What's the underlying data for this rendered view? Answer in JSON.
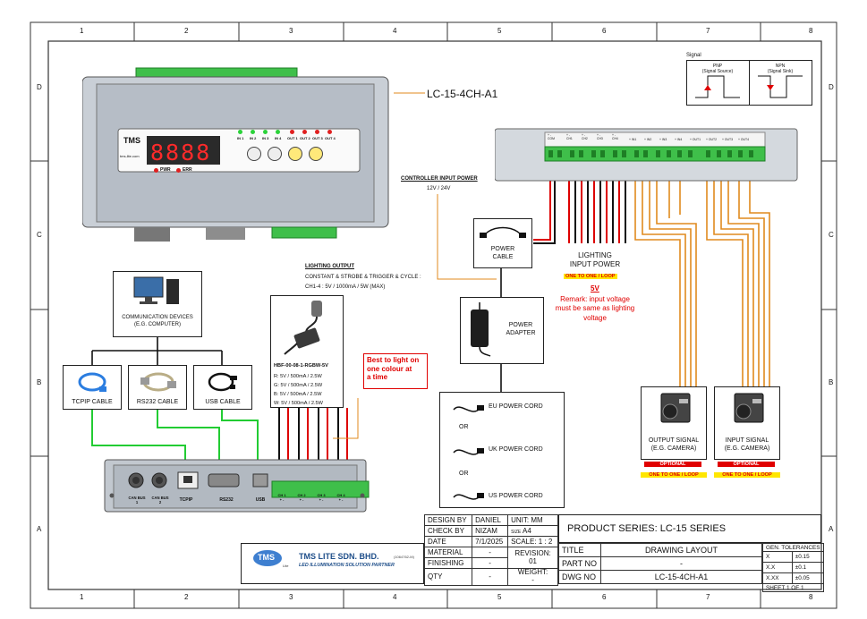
{
  "frame": {
    "columns": [
      "1",
      "2",
      "3",
      "4",
      "5",
      "6",
      "7",
      "8"
    ],
    "rows": [
      "D",
      "C",
      "B",
      "A"
    ]
  },
  "controller": {
    "model_label": "LC-15-4CH-A1",
    "display_digits": "8888",
    "brand_text": "TMS",
    "website_text": "tms-lite.com",
    "in_leds": [
      "IN 1",
      "IN 2",
      "IN 3",
      "IN 4"
    ],
    "out_leds": [
      "OUT 1",
      "OUT 2",
      "OUT 3",
      "OUT 4"
    ],
    "pwr_label": "PWR",
    "err_label": "ERR"
  },
  "signal_legend": {
    "title": "Signal",
    "pnp": {
      "label": "PNP",
      "sub": "(Signal Source)"
    },
    "npn": {
      "label": "NPN",
      "sub": "(Signal Sink)"
    }
  },
  "terminal_block": {
    "pins": [
      "+ -\nCOM",
      "+ -\nCH1",
      "+ -\nCH2",
      "+ -\nCH3",
      "+ -\nCH4",
      "+ IN1",
      "+ IN2",
      "+ IN3",
      "+ IN4",
      "+ OUT1",
      "+ OUT2",
      "+ OUT3",
      "+ OUT4"
    ]
  },
  "controller_input_power": {
    "title": "CONTROLLER INPUT POWER",
    "voltage": "12V / 24V"
  },
  "power_cable": {
    "label": "POWER\nCABLE"
  },
  "power_adapter": {
    "label": "POWER\nADAPTER"
  },
  "lighting_input_power": {
    "label": "LIGHTING\nINPUT POWER",
    "tag": "ONE TO ONE / LOOP",
    "voltage": "5V",
    "remark": "Remark: input voltage\nmust be same as lighting\nvoltage"
  },
  "lighting_output": {
    "title": "LIGHTING OUTPUT",
    "desc1": "CONSTANT & STROBE & TRIGGER & CYCLE :",
    "desc2": "CH1-4 : 5V / 1000mA / 5W (MAX)"
  },
  "light_product": {
    "part": "HBF-00-08-1-RGBW-5V",
    "specs": [
      "R: 5V / 500mA / 2.5W",
      "G: 5V / 500mA / 2.5W",
      "B: 5V / 500mA / 2.5W",
      "W: 5V / 500mA / 2.5W"
    ]
  },
  "note": {
    "text": "Best to light on\none colour at\na time"
  },
  "comm_devices": {
    "label": "COMMUNICATION DEVICES\n(E.G. COMPUTER)"
  },
  "cables": [
    {
      "label": "TCPIP CABLE"
    },
    {
      "label": "RS232 CABLE"
    },
    {
      "label": "USB CABLE"
    }
  ],
  "power_cords": {
    "eu": "EU POWER CORD",
    "uk": "UK POWER CORD",
    "us": "US POWER CORD",
    "or": "OR"
  },
  "cameras": {
    "output": {
      "label": "OUTPUT SIGNAL\n(E.G. CAMERA)",
      "optional": "OPTIONAL",
      "tag": "ONE TO ONE / LOOP"
    },
    "input": {
      "label": "INPUT SIGNAL\n(E.G. CAMERA)",
      "optional": "OPTIONAL",
      "tag": "ONE TO ONE / LOOP"
    }
  },
  "rear_panel": {
    "labels": [
      "CAN BUS\n1",
      "CAN BUS\n2",
      "TCPIP",
      "RS232",
      "USB"
    ],
    "channels": [
      "CH 1\n+ -",
      "CH 2\n+ -",
      "CH 3\n+ -",
      "CH 4\n+ -"
    ]
  },
  "company": {
    "logo": "TMS",
    "logo_sub": "Lite",
    "name": "TMS LITE SDN. BHD.",
    "reg": "(1064762-M)",
    "tagline": "LED ILLUMINATION SOLUTION PARTNER"
  },
  "title_block": {
    "design_by_label": "DESIGN BY",
    "design_by": "DANIEL",
    "unit_label": "UNIT:",
    "unit": "MM",
    "check_by_label": "CHECK BY",
    "check_by": "NIZAM",
    "size_label": "SIZE",
    "size": "A4",
    "date_label": "DATE",
    "date": "7/1/2025",
    "scale": "SCALE: 1 : 2",
    "material_label": "MATERIAL",
    "material": "-",
    "revision_label": "REVISION:",
    "revision": "01",
    "finishing_label": "FINISHING",
    "finishing": "-",
    "weight_label": "WEIGHT:",
    "qty_label": "QTY",
    "qty": "-",
    "weight": "-",
    "product_series": "PRODUCT SERIES: LC-15 SERIES",
    "title_label": "TITLE",
    "title": "DRAWING LAYOUT",
    "part_no_label": "PART NO",
    "part_no": "-",
    "dwg_no_label": "DWG NO",
    "dwg_no": "LC-15-4CH-A1",
    "tol_title": "GEN. TOLERANCES",
    "tol": [
      [
        "X",
        "±0.15"
      ],
      [
        "X.X",
        "±0.1"
      ],
      [
        "X.XX",
        "±0.05"
      ]
    ],
    "sheet": "SHEET 1 OF 1"
  },
  "colors": {
    "green_wire": "#22cc33",
    "red_wire": "#dd0000",
    "orange_wire": "#e08a1e",
    "terminal_green": "#3fbf4a",
    "highlight": "#ffe600"
  }
}
